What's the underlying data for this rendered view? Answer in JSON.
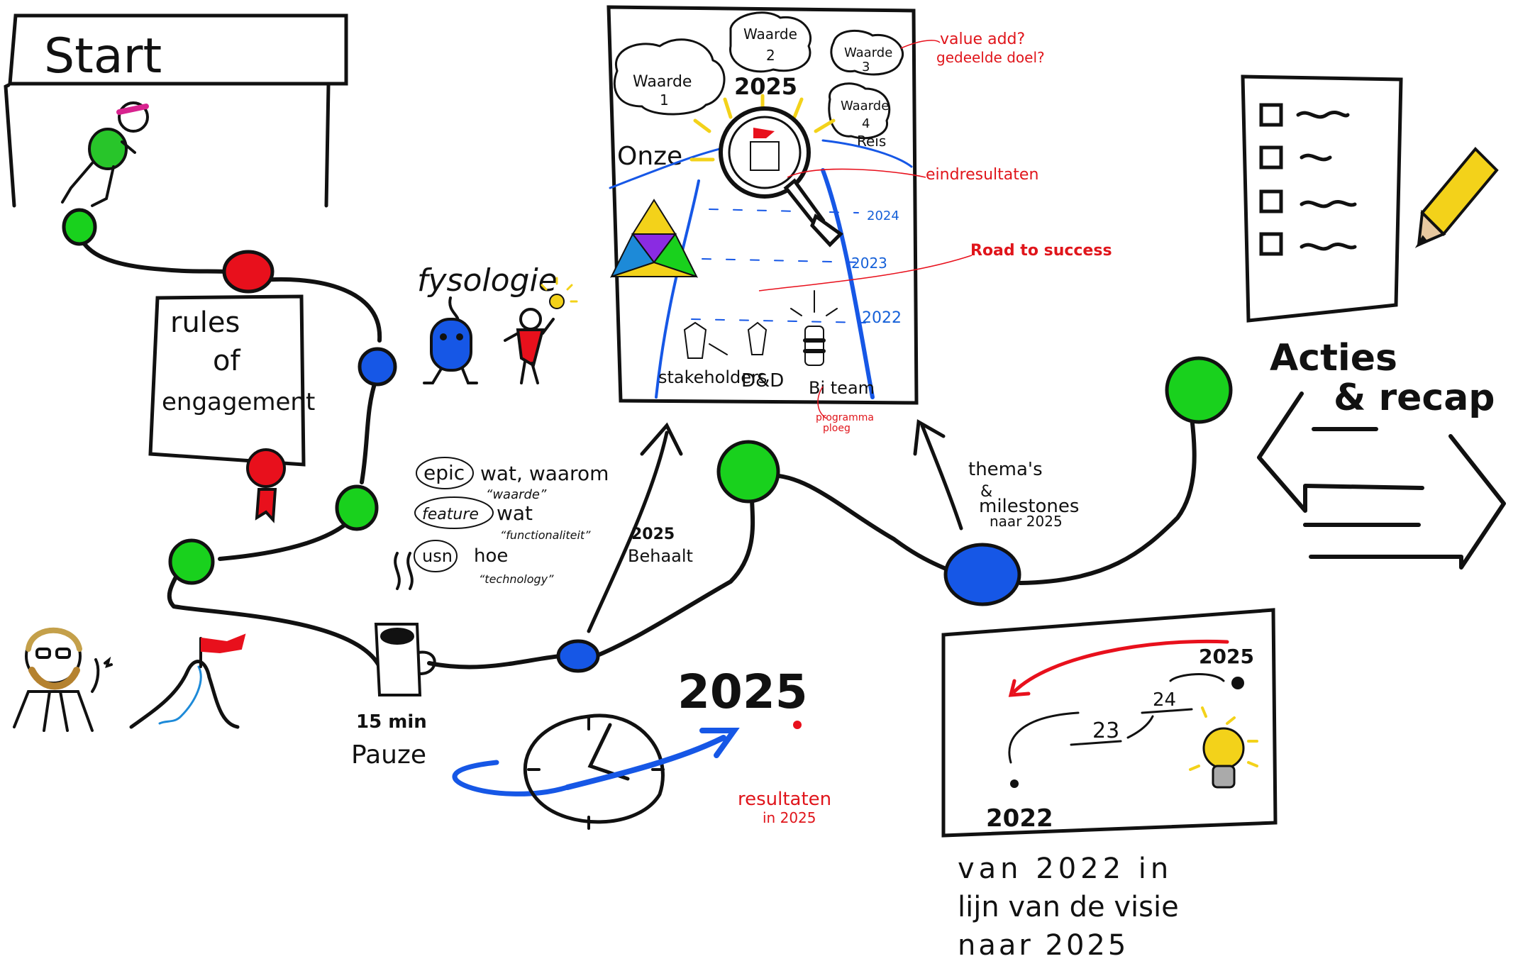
{
  "start_label": "Start",
  "rules": [
    "rules",
    "of",
    "engagement"
  ],
  "fysologie": "fysologie",
  "pause": [
    "15 min",
    "Pauze"
  ],
  "concepts": [
    {
      "term": "epic",
      "desc": "wat, waarom",
      "quote": "“waarde”"
    },
    {
      "term": "feature",
      "desc": "wat",
      "quote": "“functionaliteit”"
    },
    {
      "term": "usn",
      "desc": "hoe",
      "quote": "“technology”"
    }
  ],
  "behaalt": [
    "2025",
    "Behaalt"
  ],
  "clock_year": "2025",
  "clock_note": [
    "resultaten",
    "in 2025"
  ],
  "vision": {
    "values": [
      {
        "word": "Waarde",
        "num": "1"
      },
      {
        "word": "Waarde",
        "num": "2"
      },
      {
        "word": "Waarde",
        "num": "3"
      },
      {
        "word": "Waarde",
        "num": "4"
      }
    ],
    "year": "2025",
    "onze": "Onze",
    "reis": "Reis",
    "road_years": [
      "2024",
      "2023",
      "2022"
    ],
    "groups": [
      "stakeholders",
      "D&D",
      "Bi team"
    ],
    "notes": {
      "value_add": [
        "value add?",
        "gedeelde doel?"
      ],
      "eindresultaten": "eindresultaten",
      "road": "Road to success",
      "programma": [
        "programma",
        "ploeg"
      ]
    }
  },
  "themas": [
    "thema's",
    "&",
    "milestones",
    "naar 2025"
  ],
  "timeline": {
    "years": [
      "2022",
      "23",
      "24",
      "2025"
    ]
  },
  "bottom_note": [
    "van 2022 in",
    "lijn van de visie",
    "naar 2025"
  ],
  "acties": [
    "Acties",
    "& recap"
  ],
  "colors": {
    "green": "#19d11d",
    "red": "#e8101c",
    "blue": "#1657e6",
    "ink": "#111111",
    "pencil": "#f3d21a"
  }
}
